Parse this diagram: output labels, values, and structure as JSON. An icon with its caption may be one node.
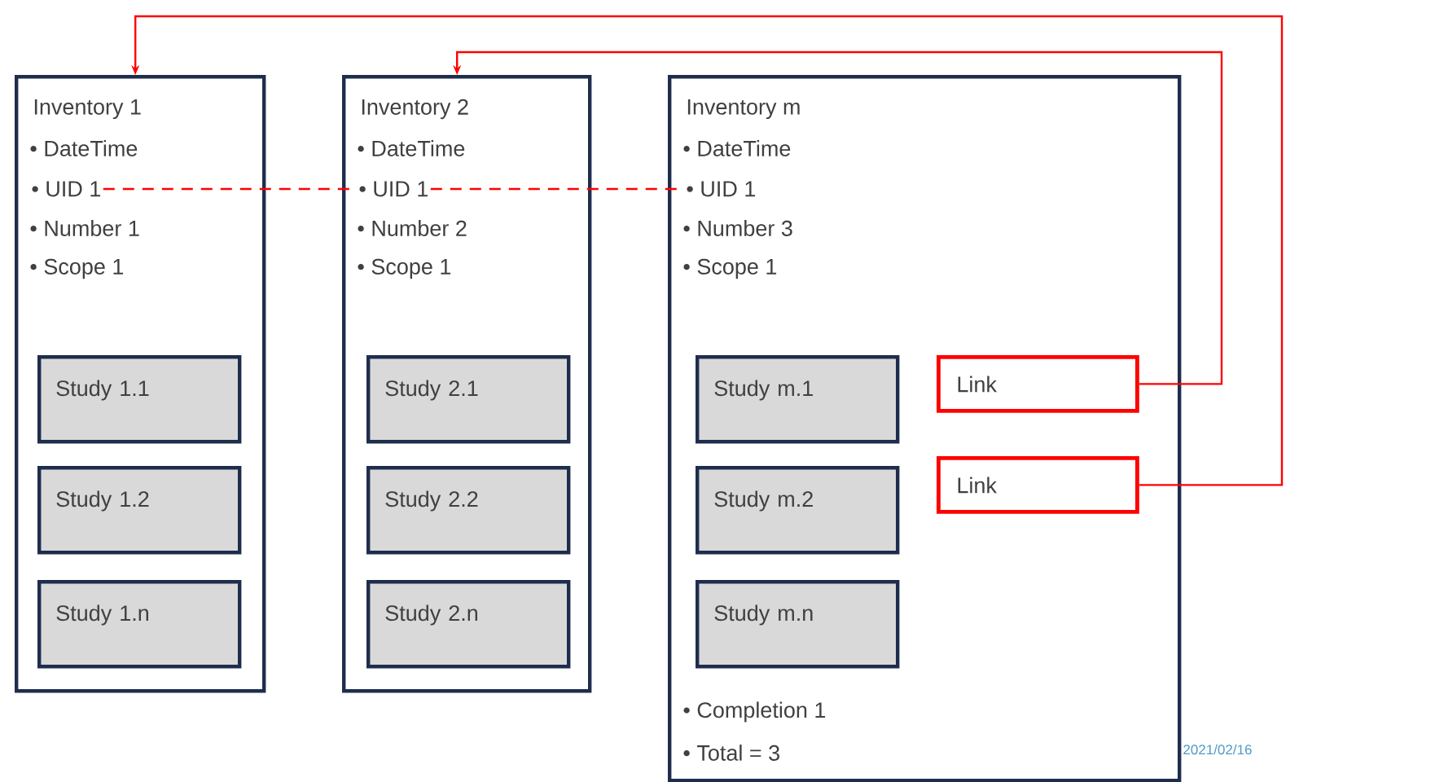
{
  "diagram": {
    "nodes": [
      {
        "text": [
          "Inventory 1",
          "• DateTime",
          "• Number 1",
          "• Scope 1"
        ]
      },
      {
        "text": [
          "• UID 1"
        ],
        "in": 0
      },
      {
        "text": [
          "Study 1.1"
        ],
        "in": 0
      },
      {
        "text": [
          "Study 1.2"
        ],
        "in": 0
      },
      {
        "text": [
          "Study 1.n"
        ],
        "in": 0
      },
      {
        "text": [
          "Inventory 2",
          "• DateTime",
          "• Number 2",
          "• Scope 1"
        ]
      },
      {
        "text": [
          "• UID 1"
        ],
        "in": 5
      },
      {
        "text": [
          "Study 2.1"
        ],
        "in": 5
      },
      {
        "text": [
          "Study 2.2"
        ],
        "in": 5
      },
      {
        "text": [
          "Study 2.n"
        ],
        "in": 5
      },
      {
        "text": [
          "Inventory m",
          "• DateTime",
          "• Number 3",
          "• Scope 1",
          "• Completion 1",
          "• Total = 3"
        ]
      },
      {
        "text": [
          "• UID 1"
        ],
        "in": 10
      },
      {
        "text": [
          "Study m.1"
        ],
        "in": 10
      },
      {
        "text": [
          "Study m.2"
        ],
        "in": 10
      },
      {
        "text": [
          "Study m.n"
        ],
        "in": 10
      },
      {
        "text": [
          "Link"
        ],
        "in": 10
      },
      {
        "text": [
          "Link"
        ],
        "in": 10
      }
    ],
    "edges": [
      {
        "from": 1,
        "to": 6,
        "arrow": "none",
        "style": "dashed"
      },
      {
        "from": 6,
        "to": 11,
        "arrow": "none",
        "style": "dashed"
      },
      {
        "from": 15,
        "to": 5,
        "arrow": "to"
      },
      {
        "from": 16,
        "to": 0,
        "arrow": "to"
      }
    ],
    "labels": [
      "2021/02/16"
    ]
  }
}
